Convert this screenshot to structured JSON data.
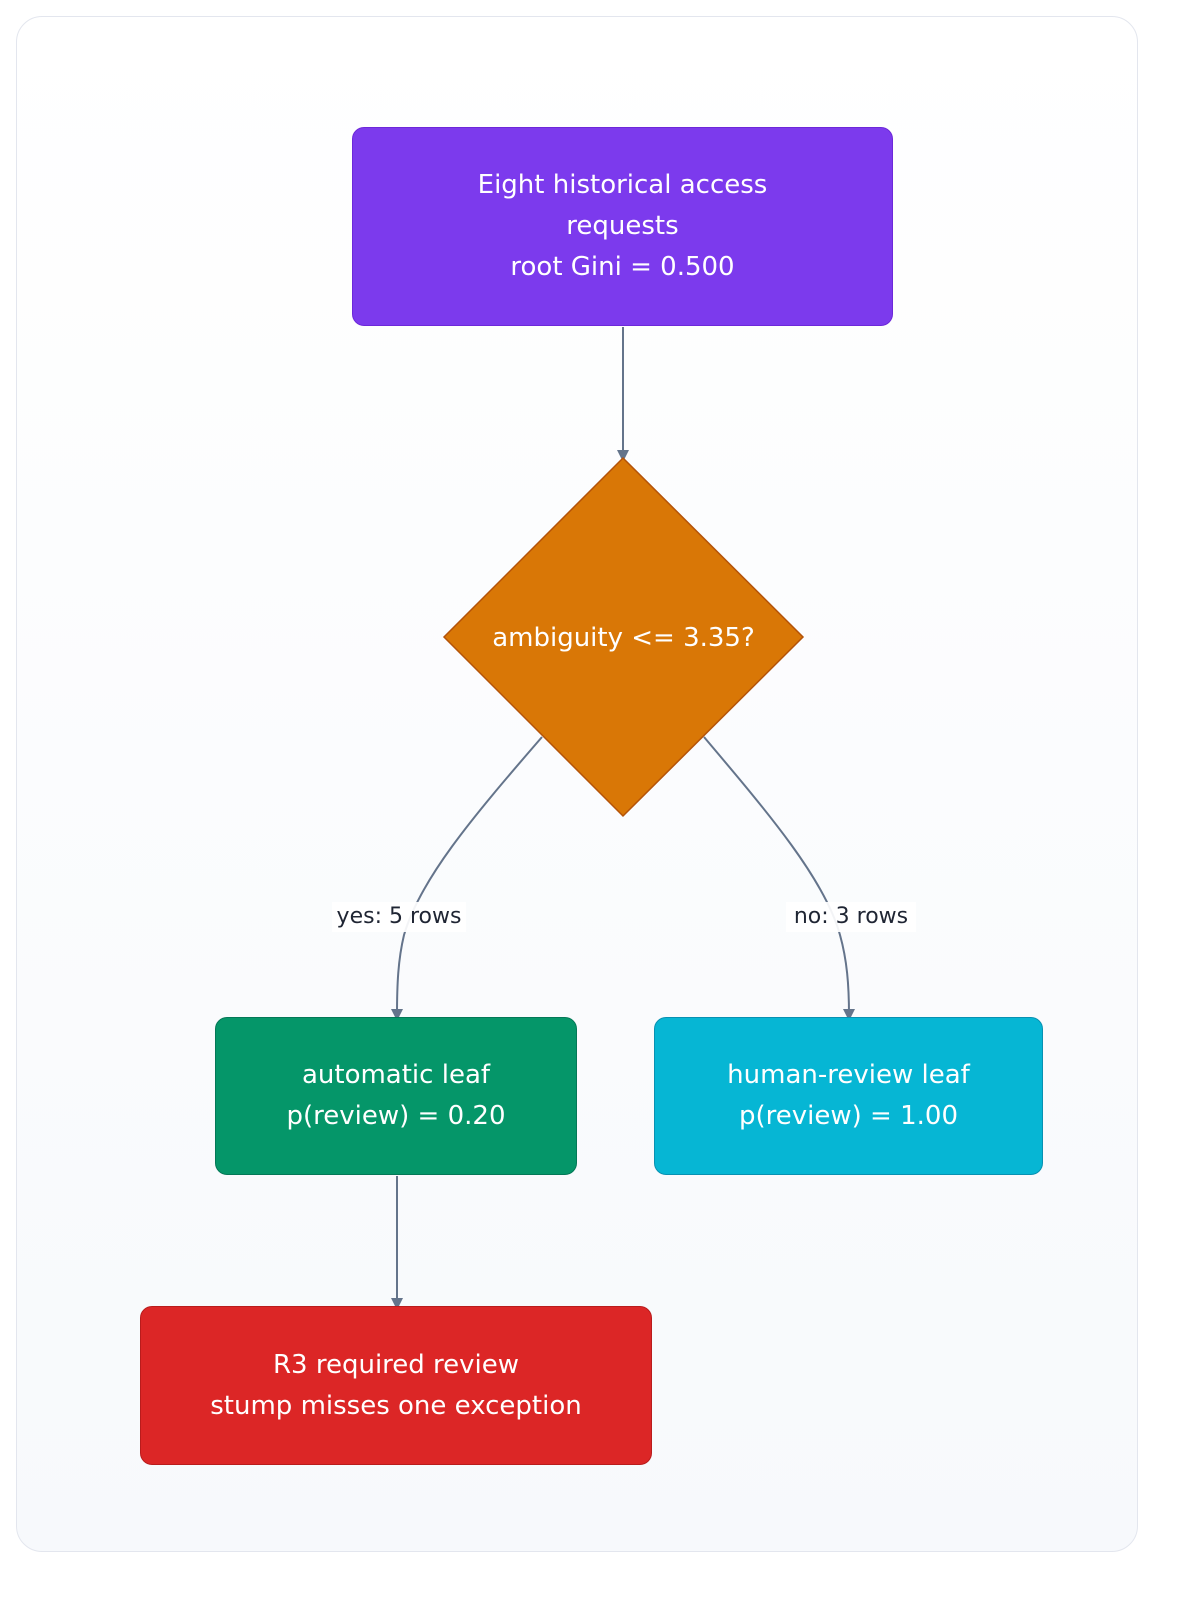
{
  "nodes": {
    "root": {
      "lines": [
        "Eight historical access",
        "requests",
        "root Gini = 0.500"
      ],
      "color": "#7c3aed"
    },
    "decision": {
      "label": "ambiguity <= 3.35?",
      "color": "#d97706"
    },
    "leaf_auto": {
      "lines": [
        "automatic leaf",
        "p(review) = 0.20"
      ],
      "color": "#059669"
    },
    "leaf_human": {
      "lines": [
        "human-review leaf",
        "p(review) = 1.00"
      ],
      "color": "#06b6d4"
    },
    "exception": {
      "lines": [
        "R3 required review",
        "stump misses one exception"
      ],
      "color": "#dc2626"
    }
  },
  "edges": {
    "yes_label": "yes: 5 rows",
    "no_label": "no: 3 rows",
    "color": "#64748b"
  }
}
